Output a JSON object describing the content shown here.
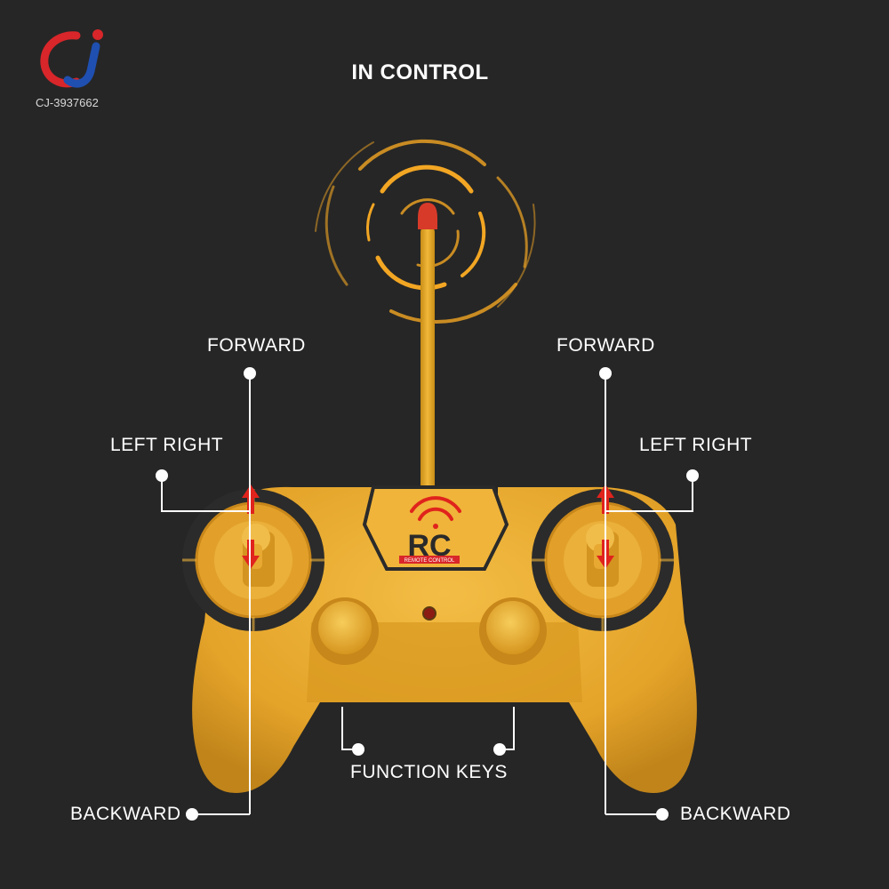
{
  "title": "IN CONTROL",
  "logo": {
    "code": "CJ-3937662"
  },
  "labels": {
    "forward_left": "FORWARD",
    "forward_right": "FORWARD",
    "left_right_left": "LEFT RIGHT",
    "left_right_right": "LEFT RIGHT",
    "backward_left": "BACKWARD",
    "backward_right": "BACKWARD",
    "function_keys": "FUNCTION KEYS"
  },
  "remote": {
    "badge_main": "RC",
    "badge_sub": "REMOTE CONTROL"
  },
  "colors": {
    "background": "#262626",
    "body": "#e7a92c",
    "body_dark": "#c98a1a",
    "ring": "#2a2a2a",
    "arrow": "#e0231c",
    "antenna_tip": "#d83a2a",
    "waves": "#f2a623"
  }
}
